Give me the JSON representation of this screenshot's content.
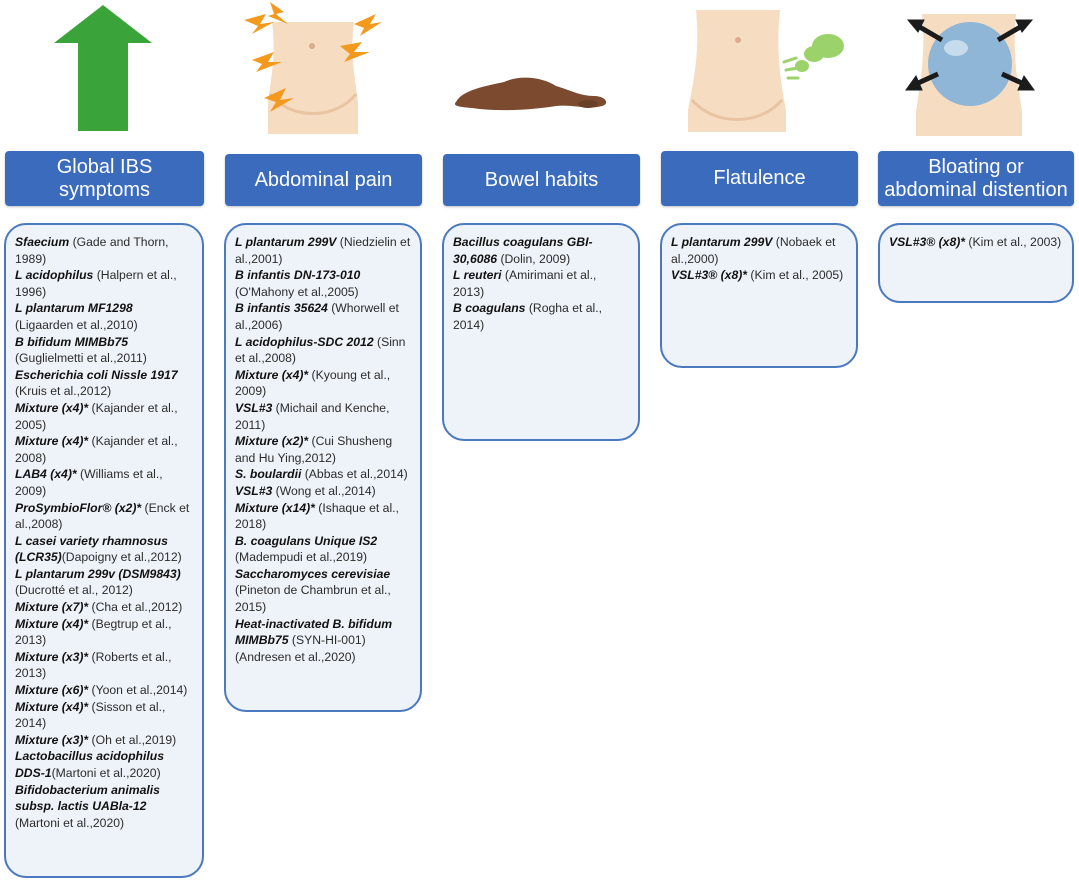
{
  "colors": {
    "header_bg": "#3b6bbd",
    "box_border": "#4a79bf",
    "box_bg": "#eef3fa",
    "arrow": "#3aa33a",
    "lightning": "#f39a1e",
    "skin": "#f6dcc0",
    "stool": "#7b4a2f",
    "gas": "#9bd36a",
    "balloon": "#8fb6d6"
  },
  "columns": [
    {
      "icon": "up-arrow-icon",
      "header": "Global IBS symptoms",
      "entries": [
        {
          "name": "Sfaecium",
          "ref": " (Gade and Thorn, 1989)"
        },
        {
          "name": "L acidophilus",
          "ref": " (Halpern et al., 1996)"
        },
        {
          "name": "L plantarum MF1298",
          "ref": " (Ligaarden et al.,2010)"
        },
        {
          "name": "B bifidum MIMBb75",
          "ref": " (Guglielmetti et al.,2011)"
        },
        {
          "name": "Escherichia coli Nissle 1917",
          "ref": " (Kruis et al.,2012)"
        },
        {
          "name": "Mixture (x4)*",
          "ref": " (Kajander et al., 2005)"
        },
        {
          "name": "Mixture (x4)*",
          "ref": " (Kajander et al., 2008)"
        },
        {
          "name": "LAB4 (x4)*",
          "ref": " (Williams et al., 2009)"
        },
        {
          "name": "ProSymbioFlor® (x2)*",
          "ref": " (Enck et al.,2008)"
        },
        {
          "name": "L casei variety rhamnosus (LCR35)",
          "ref": "(Dapoigny et al.,2012)"
        },
        {
          "name": "L plantarum 299v (DSM9843)",
          "ref": " (Ducrotté et al., 2012)"
        },
        {
          "name": "Mixture (x7)*",
          "ref": " (Cha et al.,2012)"
        },
        {
          "name": "Mixture (x4)*",
          "ref": " (Begtrup et al., 2013)"
        },
        {
          "name": "Mixture (x3)*",
          "ref": " (Roberts et al., 2013)"
        },
        {
          "name": "Mixture (x6)*",
          "ref": " (Yoon et al.,2014)"
        },
        {
          "name": "Mixture (x4)*",
          "ref": " (Sisson et al., 2014)"
        },
        {
          "name": "Mixture (x3)*",
          "ref": " (Oh et al.,2019)"
        },
        {
          "name": "Lactobacillus acidophilus DDS-1",
          "ref": "(Martoni et al.,2020)"
        },
        {
          "name": "Bifidobacterium animalis subsp. lactis UABla-12",
          "ref": " (Martoni et al.,2020)"
        }
      ]
    },
    {
      "icon": "abdominal-pain-icon",
      "header": "Abdominal pain",
      "entries": [
        {
          "name": "L plantarum 299V",
          "ref": " (Niedzielin et al.,2001)"
        },
        {
          "name": "B infantis DN-173-010",
          "ref": " (O'Mahony et al.,2005)"
        },
        {
          "name": "B infantis 35624",
          "ref": " (Whorwell et al.,2006)"
        },
        {
          "name": "L acidophilus-SDC 2012",
          "ref": " (Sinn et al.,2008)"
        },
        {
          "name": "Mixture (x4)*",
          "ref": " (Kyoung et al., 2009)"
        },
        {
          "name": "VSL#3",
          "ref": " (Michail and Kenche, 2011)"
        },
        {
          "name": "Mixture (x2)*",
          "ref": " (Cui Shusheng and Hu Ying,2012)"
        },
        {
          "name": "S. boulardii",
          "ref": " (Abbas et al.,2014)"
        },
        {
          "name": "VSL#3",
          "ref": " (Wong et al.,2014)"
        },
        {
          "name": "Mixture (x14)*",
          "ref": " (Ishaque et al., 2018)"
        },
        {
          "name": "B. coagulans Unique IS2",
          "ref": " (Madempudi et al.,2019)"
        },
        {
          "name": "Saccharomyces cerevisiae",
          "ref": " (Pineton de Chambrun et al., 2015)"
        },
        {
          "name": "Heat-inactivated B. bifidum MIMBb75",
          "ref": " (SYN-HI-001) (Andresen et al.,2020)"
        }
      ]
    },
    {
      "icon": "stool-icon",
      "header": "Bowel habits",
      "entries": [
        {
          "name": "Bacillus coagulans GBI-30,6086",
          "ref": " (Dolin, 2009)"
        },
        {
          "name": "L reuteri",
          "ref": " (Amirimani et al., 2013)"
        },
        {
          "name": "B coagulans",
          "ref": " (Rogha et al., 2014)"
        }
      ]
    },
    {
      "icon": "flatulence-icon",
      "header": "Flatulence",
      "entries": [
        {
          "name": "L plantarum 299V",
          "ref": " (Nobaek et al.,2000)"
        },
        {
          "name": "VSL#3® (x8)*",
          "ref": " (Kim et al., 2005)"
        }
      ]
    },
    {
      "icon": "bloating-icon",
      "header": "Bloating or abdominal distention",
      "entries": [
        {
          "name": "VSL#3® (x8)*",
          "ref": " (Kim et al., 2003)"
        }
      ]
    }
  ]
}
